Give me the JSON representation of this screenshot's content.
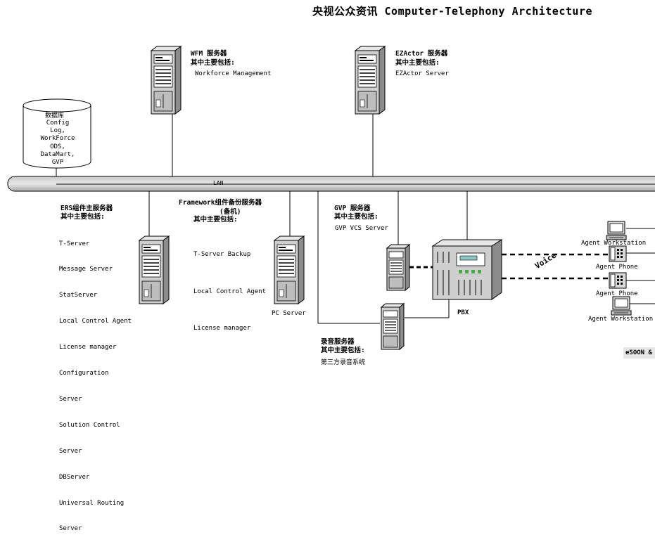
{
  "title": "央视公众资讯 Computer-Telephony Architecture",
  "database": {
    "label": "数据库",
    "items": [
      "Config",
      "Log,",
      "WorkForce",
      "ODS,",
      "DataMart,",
      "GVP"
    ]
  },
  "lan_label": "LAN",
  "wfm": {
    "heading": "WFM 服务器",
    "subheading": "其中主要包括:",
    "items": [
      "Workforce Management"
    ]
  },
  "ezactor": {
    "heading": "EZActor 服务器",
    "subheading": "其中主要包括:",
    "items": [
      "EZActor Server"
    ]
  },
  "ers_main": {
    "heading": "ERS组件主服务器",
    "subheading": "其中主要包括:",
    "items": [
      "T-Server",
      "Message Server",
      "StatServer",
      "Local Control Agent",
      "License manager",
      "Configuration",
      "Server",
      "Solution Control",
      "Server",
      "DBServer",
      "Universal Routing",
      "Server"
    ]
  },
  "framework_backup": {
    "heading": "Framework组件备份服务器",
    "heading2": "(备机)",
    "subheading": "其中主要包括:",
    "items": [
      "T-Server Backup",
      "Local Control Agent",
      "License manager"
    ],
    "server_label": "PC Server"
  },
  "gvp": {
    "heading": "GVP 服务器",
    "subheading": "其中主要包括:",
    "items": [
      "GVP VCS Server"
    ]
  },
  "recording": {
    "heading": "录音服务器",
    "subheading": "其中主要包括:",
    "items": [
      "第三方录音系统"
    ]
  },
  "pbx_label": "PBX",
  "voice_label": "Voice",
  "agents": {
    "workstation_top": "Agent Workstation",
    "phone_1": "Agent Phone",
    "phone_2": "Agent Phone",
    "workstation_bottom": "Agent Workstation"
  },
  "watermark": "eSOON &"
}
